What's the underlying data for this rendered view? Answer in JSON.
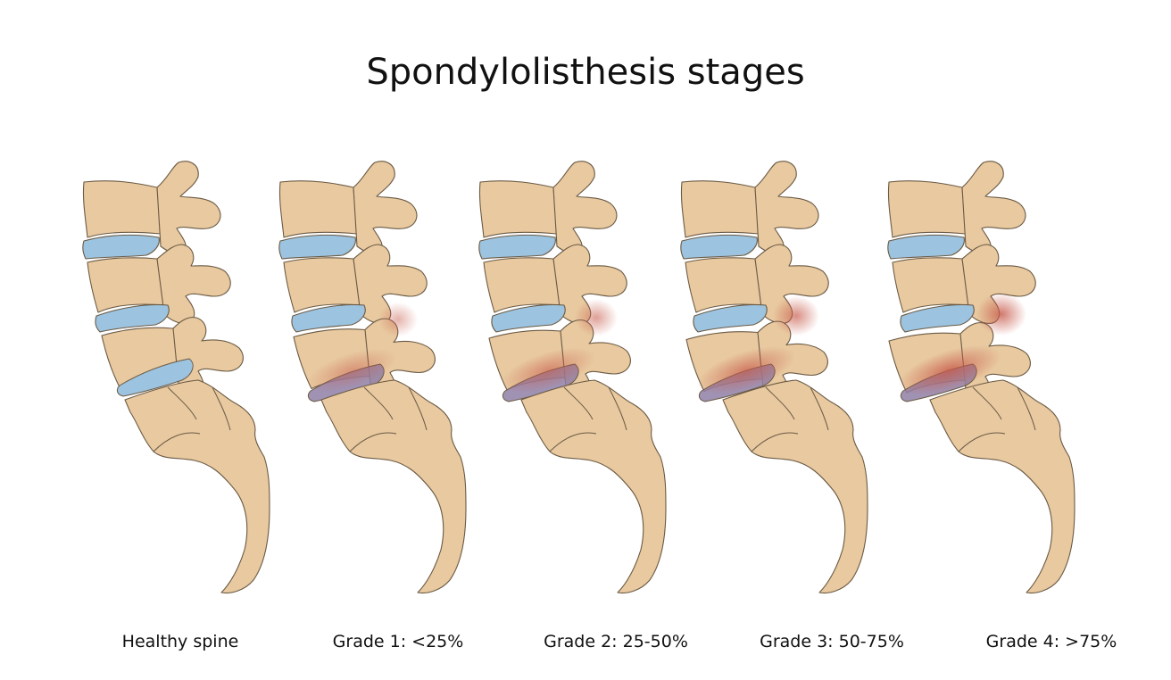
{
  "title": "Spondylolisthesis stages",
  "colors": {
    "bone": "#e8c9a0",
    "outline": "#6b5a44",
    "disc": "#9cc3df",
    "slipped_disc": "#8f7fa6",
    "inflammation": "#c75a4a"
  },
  "stages": [
    {
      "label": "Healthy spine",
      "slip": 0
    },
    {
      "label": "Grade 1: <25%",
      "slip": 0.25
    },
    {
      "label": "Grade 2: 25-50%",
      "slip": 0.5
    },
    {
      "label": "Grade 3: 50-75%",
      "slip": 0.75
    },
    {
      "label": "Grade 4: >75%",
      "slip": 1
    }
  ]
}
